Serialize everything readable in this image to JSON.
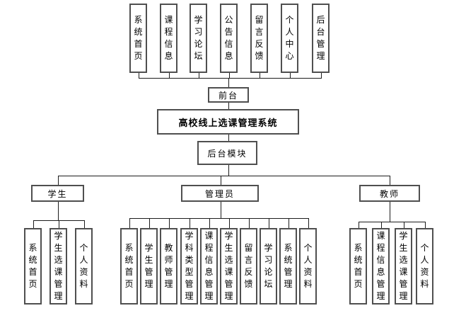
{
  "diagram": {
    "nodes": {
      "front_gateway": "前台",
      "system_title": "高校线上选课管理系统",
      "back_module": "后台模块"
    },
    "front_modules": [
      "系统首页",
      "课程信息",
      "学习论坛",
      "公告信息",
      "留言反馈",
      "个人中心",
      "后台管理"
    ],
    "roles": [
      {
        "label": "学生",
        "modules": [
          "系统首页",
          "学生选课管理",
          "个人资料"
        ]
      },
      {
        "label": "管理员",
        "modules": [
          "系统首页",
          "学生管理",
          "教师管理",
          "学科类型管理",
          "课程信息管理",
          "学生选课管理",
          "留言反馈",
          "学习论坛",
          "系统管理",
          "个人资料"
        ]
      },
      {
        "label": "教师",
        "modules": [
          "系统首页",
          "课程信息管理",
          "学生选课管理",
          "个人资料"
        ]
      }
    ],
    "colors": {
      "box_border": "#4f4f4f",
      "connector_line": "#1c1c1c",
      "box_fill": "#ffffff",
      "text": "#000000"
    }
  }
}
